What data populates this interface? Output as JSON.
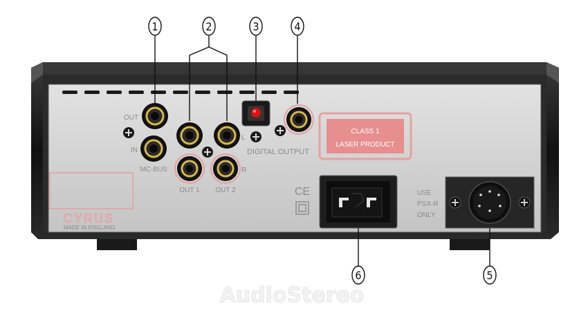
{
  "callouts": [
    "1",
    "2",
    "3",
    "4",
    "5",
    "6"
  ],
  "labels": {
    "out": "OUT",
    "in": "IN",
    "mc_bus": "MC-BUS",
    "out1": "OUT 1",
    "out2": "OUT 2",
    "l": "L",
    "r": "R",
    "digital_output": "DIGITAL OUTPUT",
    "class1": "CLASS 1",
    "laser_product": "LASER PRODUCT",
    "ce": "CE",
    "use": "USE",
    "psxr": "PSX-R",
    "only": "ONLY",
    "brand": "CYRUS",
    "made_in": "MADE IN ENGLAND",
    "watermark": "AudioStereo"
  },
  "colors": {
    "chassis": "#1a1a1a",
    "panel": "#d2d2d2",
    "label_pink": "#e8a0a0",
    "laser_box": "#e78e8e",
    "gold_ring": "#d8b84a",
    "optical_red": "#e01010"
  }
}
